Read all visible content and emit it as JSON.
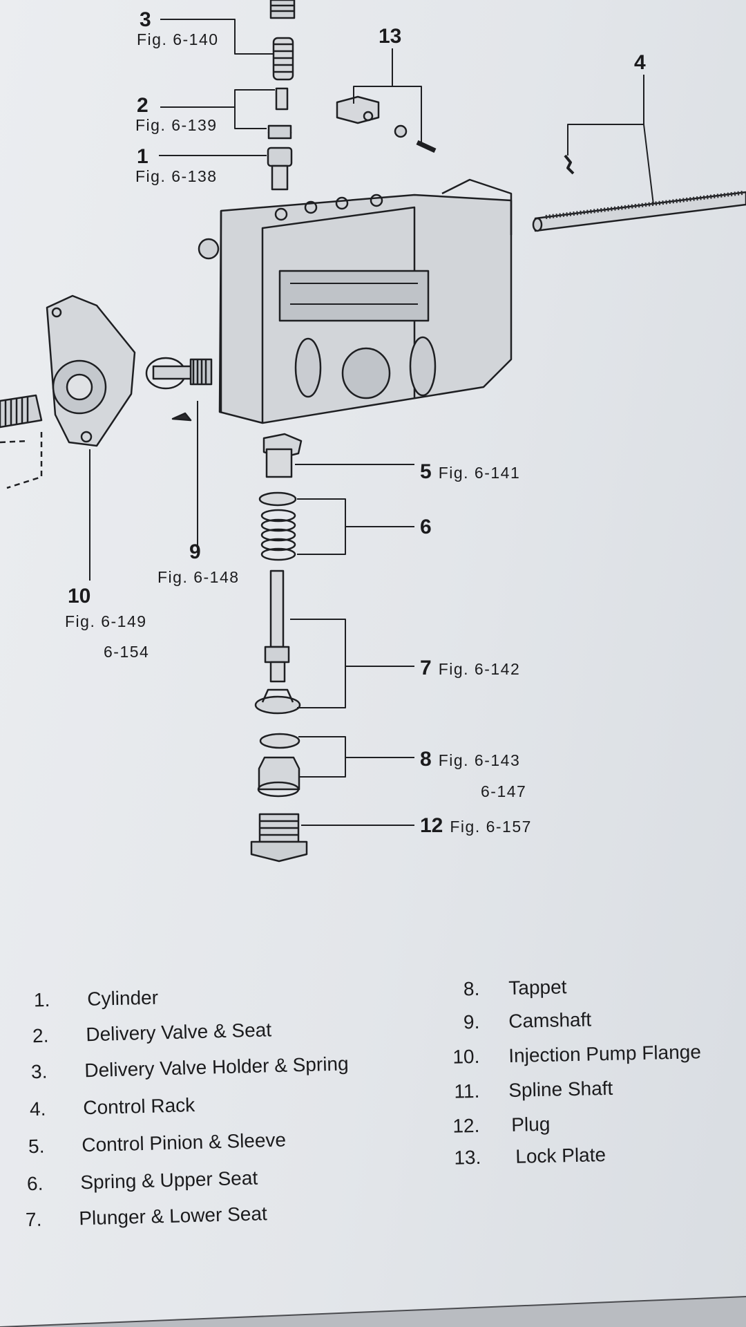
{
  "diagram": {
    "callouts": [
      {
        "num": "3",
        "fig": "Fig. 6-140"
      },
      {
        "num": "2",
        "fig": "Fig. 6-139"
      },
      {
        "num": "1",
        "fig": "Fig. 6-138"
      },
      {
        "num": "13",
        "fig": ""
      },
      {
        "num": "4",
        "fig": ""
      },
      {
        "num": "5",
        "fig": "Fig. 6-141"
      },
      {
        "num": "6",
        "fig": ""
      },
      {
        "num": "9",
        "fig": "Fig. 6-148"
      },
      {
        "num": "10",
        "fig": "Fig. 6-149",
        "fig_range_end": "6-154"
      },
      {
        "num": "7",
        "fig": "Fig. 6-142"
      },
      {
        "num": "8",
        "fig": "Fig. 6-143",
        "fig_range_end": "6-147"
      },
      {
        "num": "12",
        "fig": "Fig. 6-157"
      }
    ]
  },
  "legend": {
    "items": [
      {
        "num": "1.",
        "label": "Cylinder"
      },
      {
        "num": "2.",
        "label": "Delivery Valve & Seat"
      },
      {
        "num": "3.",
        "label": "Delivery Valve Holder & Spring"
      },
      {
        "num": "4.",
        "label": "Control Rack"
      },
      {
        "num": "5.",
        "label": "Control Pinion & Sleeve"
      },
      {
        "num": "6.",
        "label": "Spring & Upper Seat"
      },
      {
        "num": "7.",
        "label": "Plunger & Lower Seat"
      },
      {
        "num": "8.",
        "label": "Tappet"
      },
      {
        "num": "9.",
        "label": "Camshaft"
      },
      {
        "num": "10.",
        "label": "Injection Pump Flange"
      },
      {
        "num": "11.",
        "label": "Spline Shaft"
      },
      {
        "num": "12.",
        "label": "Plug"
      },
      {
        "num": "13.",
        "label": "Lock Plate"
      }
    ]
  }
}
